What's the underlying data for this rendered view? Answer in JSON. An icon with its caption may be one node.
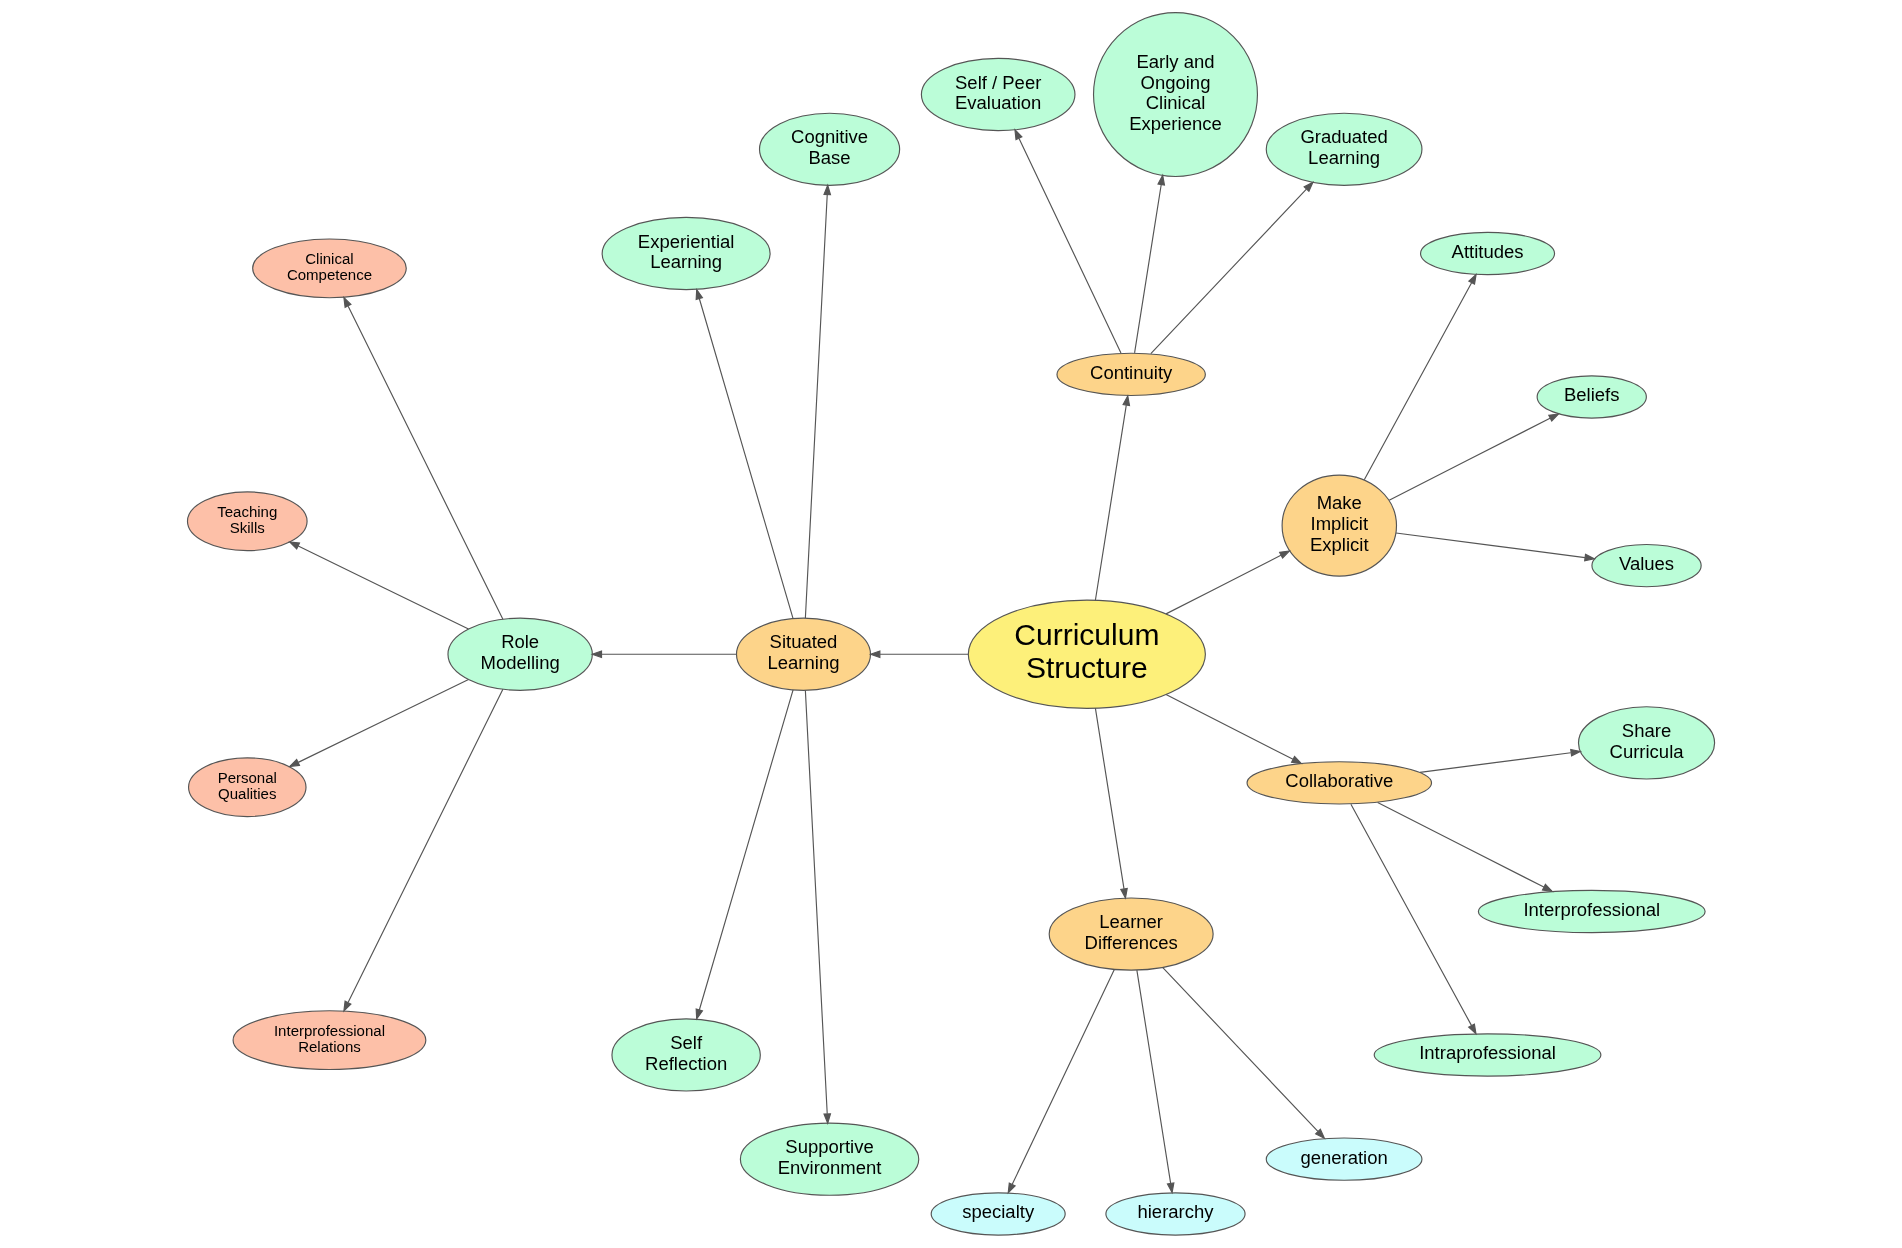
{
  "diagram": {
    "nodes": [
      {
        "text": [
          "Curriculum Structure"
        ]
      },
      {
        "text": [
          "Make Implicit Explicit"
        ]
      },
      {
        "text": [
          "Values"
        ]
      },
      {
        "text": [
          "Beliefs"
        ]
      },
      {
        "text": [
          "Attitudes"
        ]
      },
      {
        "text": [
          "Continuity"
        ]
      },
      {
        "text": [
          "Graduated Learning"
        ]
      },
      {
        "text": [
          "Early and Ongoing Clinical Experience"
        ]
      },
      {
        "text": [
          "Self / Peer Evaluation"
        ]
      },
      {
        "text": [
          "Situated Learning"
        ]
      },
      {
        "text": [
          "Cognitive Base"
        ]
      },
      {
        "text": [
          "Experiential Learning"
        ]
      },
      {
        "text": [
          "Role Modelling"
        ]
      },
      {
        "text": [
          "Clinical Competence"
        ]
      },
      {
        "text": [
          "Teaching Skills"
        ]
      },
      {
        "text": [
          "Personal Qualities"
        ]
      },
      {
        "text": [
          "Interprofessional Relations"
        ]
      },
      {
        "text": [
          "Self Reflection"
        ]
      },
      {
        "text": [
          "Supportive Environment"
        ]
      },
      {
        "text": [
          "Learner Differences"
        ]
      },
      {
        "text": [
          "specialty"
        ]
      },
      {
        "text": [
          "hierarchy"
        ]
      },
      {
        "text": [
          "generation"
        ]
      },
      {
        "text": [
          "Collaborative"
        ]
      },
      {
        "text": [
          "Intraprofessional"
        ]
      },
      {
        "text": [
          "Interprofessional"
        ]
      },
      {
        "text": [
          "Share Curricula"
        ]
      }
    ],
    "edges": [
      {
        "from": 0,
        "to": 1,
        "arrow": "to"
      },
      {
        "from": 1,
        "to": 2,
        "arrow": "to"
      },
      {
        "from": 1,
        "to": 3,
        "arrow": "to"
      },
      {
        "from": 1,
        "to": 4,
        "arrow": "to"
      },
      {
        "from": 0,
        "to": 5,
        "arrow": "to"
      },
      {
        "from": 5,
        "to": 6,
        "arrow": "to"
      },
      {
        "from": 5,
        "to": 7,
        "arrow": "to"
      },
      {
        "from": 5,
        "to": 8,
        "arrow": "to"
      },
      {
        "from": 0,
        "to": 9,
        "arrow": "to"
      },
      {
        "from": 9,
        "to": 10,
        "arrow": "to"
      },
      {
        "from": 9,
        "to": 11,
        "arrow": "to"
      },
      {
        "from": 9,
        "to": 12,
        "arrow": "to"
      },
      {
        "from": 12,
        "to": 13,
        "arrow": "to"
      },
      {
        "from": 12,
        "to": 14,
        "arrow": "to"
      },
      {
        "from": 12,
        "to": 15,
        "arrow": "to"
      },
      {
        "from": 12,
        "to": 16,
        "arrow": "to"
      },
      {
        "from": 9,
        "to": 17,
        "arrow": "to"
      },
      {
        "from": 9,
        "to": 18,
        "arrow": "to"
      },
      {
        "from": 0,
        "to": 19,
        "arrow": "to"
      },
      {
        "from": 19,
        "to": 20,
        "arrow": "to"
      },
      {
        "from": 19,
        "to": 21,
        "arrow": "to"
      },
      {
        "from": 19,
        "to": 22,
        "arrow": "to"
      },
      {
        "from": 0,
        "to": 23,
        "arrow": "to"
      },
      {
        "from": 23,
        "to": 24,
        "arrow": "to"
      },
      {
        "from": 23,
        "to": 25,
        "arrow": "to"
      },
      {
        "from": 23,
        "to": 26,
        "arrow": "to"
      }
    ]
  }
}
